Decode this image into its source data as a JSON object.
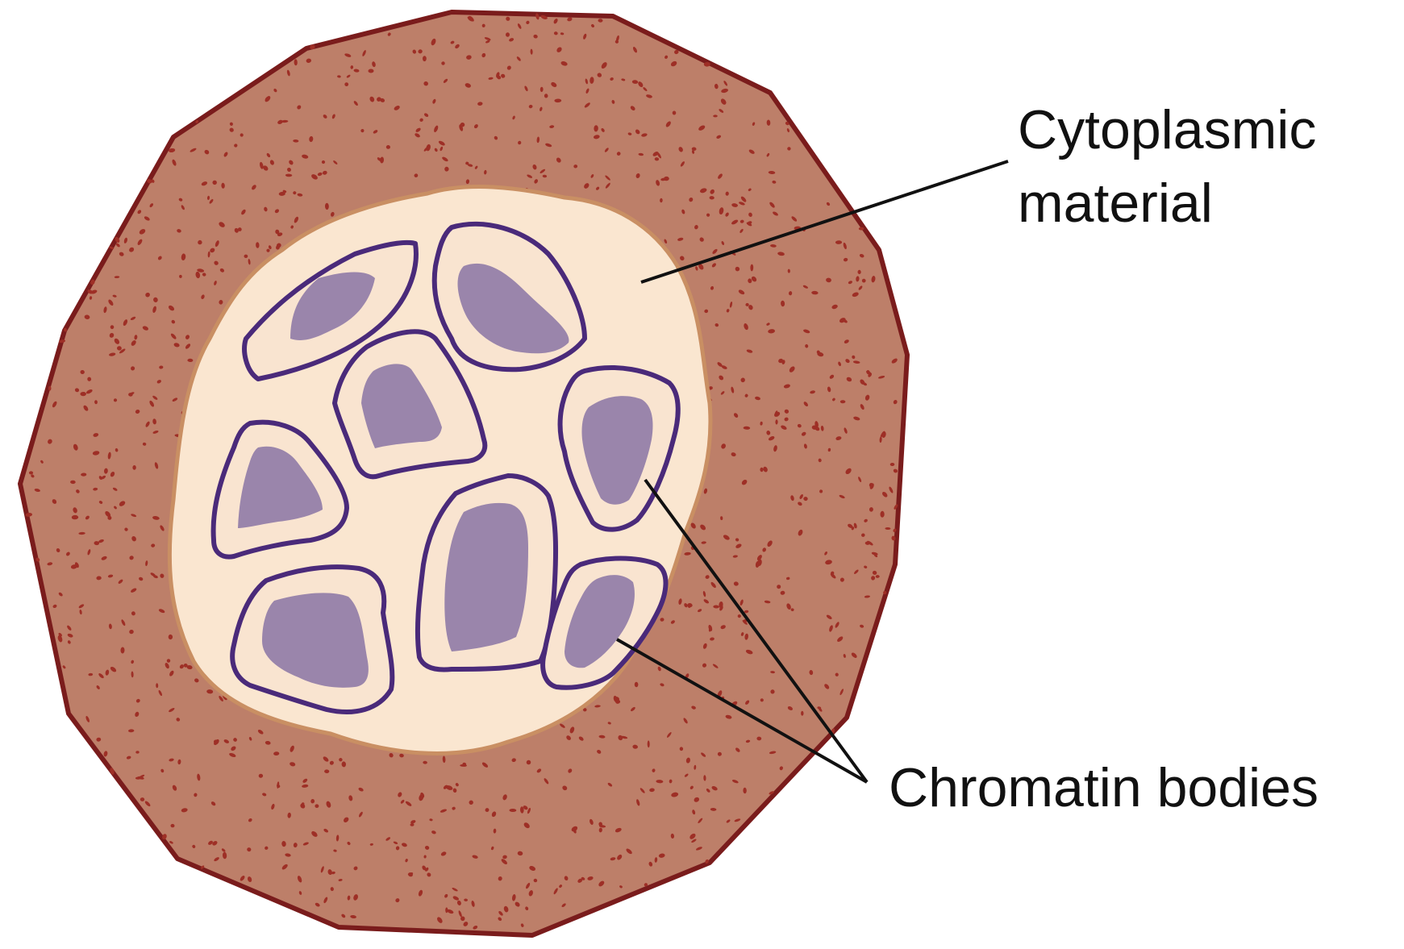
{
  "labels": {
    "cytoplasm_line1": "Cytoplasmic",
    "cytoplasm_line2": "material",
    "chromatin": "Chromatin bodies"
  },
  "colors": {
    "background": "#ffffff",
    "outer_wall_fill": "#bd7f69",
    "outer_wall_stroke": "#7a1c1c",
    "granule": "#9e2f26",
    "cytoplasm_fill": "#fae6d0",
    "cytoplasm_stroke": "#c98f63",
    "chromatin_outline": "#4a2a7a",
    "chromatin_halo": "#f9e4d0",
    "chromatin_core": "#9a85ab",
    "leader_line": "#111111",
    "label_text": "#111111"
  }
}
